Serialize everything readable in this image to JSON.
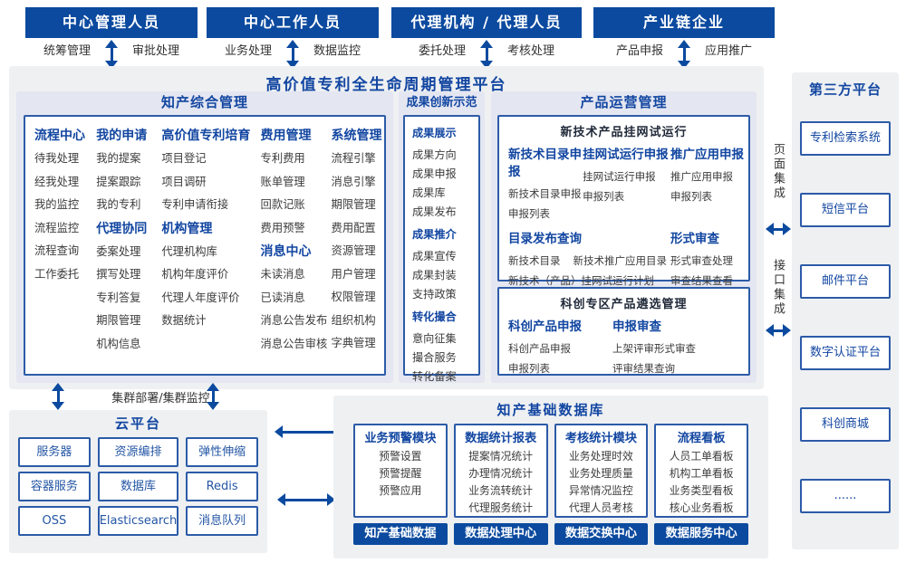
{
  "top_actors": [
    {
      "title": "中心管理人员",
      "left_label": "统筹管理",
      "right_label": "审批处理"
    },
    {
      "title": "中心工作人员",
      "left_label": "业务处理",
      "right_label": "数据监控"
    },
    {
      "title": "代理机构 / 代理人员",
      "left_label": "委托处理",
      "right_label": "考核处理"
    },
    {
      "title": "产业链企业",
      "left_label": "产品申报",
      "right_label": "应用推广"
    }
  ],
  "platform": {
    "title": "高价值专利全生命周期管理平台",
    "comprehensive": {
      "title": "知产综合管理",
      "columns": [
        [
          {
            "h": "流程中心"
          },
          {
            "t": "待我处理"
          },
          {
            "t": "经我处理"
          },
          {
            "t": "我的监控"
          },
          {
            "t": "流程监控"
          },
          {
            "t": "流程查询"
          },
          {
            "t": "工作委托"
          }
        ],
        [
          {
            "h": "我的申请"
          },
          {
            "t": "我的提案"
          },
          {
            "t": "提案跟踪"
          },
          {
            "t": "我的专利"
          },
          {
            "h": "代理协同"
          },
          {
            "t": "委案处理"
          },
          {
            "t": "撰写处理"
          },
          {
            "t": "专利答复"
          },
          {
            "t": "期限管理"
          },
          {
            "t": "机构信息"
          }
        ],
        [
          {
            "h": "高价值专利培育"
          },
          {
            "t": "项目登记"
          },
          {
            "t": "项目调研"
          },
          {
            "t": "专利申请衔接"
          },
          {
            "h": "机构管理"
          },
          {
            "t": "代理机构库"
          },
          {
            "t": "机构年度评价"
          },
          {
            "t": "代理人年度评价"
          },
          {
            "t": "数据统计"
          }
        ],
        [
          {
            "h": "费用管理"
          },
          {
            "t": "专利费用"
          },
          {
            "t": "账单管理"
          },
          {
            "t": "回款记账"
          },
          {
            "t": "费用预警"
          },
          {
            "h": "消息中心"
          },
          {
            "t": "未读消息"
          },
          {
            "t": "已读消息"
          },
          {
            "t": "消息公告发布"
          },
          {
            "t": "消息公告审核"
          }
        ],
        [
          {
            "h": "系统管理"
          },
          {
            "t": "流程引擎"
          },
          {
            "t": "消息引擎"
          },
          {
            "t": "期限管理"
          },
          {
            "t": "费用配置"
          },
          {
            "t": "资源管理"
          },
          {
            "t": "用户管理"
          },
          {
            "t": "权限管理"
          },
          {
            "t": "组织机构"
          },
          {
            "t": "字典管理"
          }
        ]
      ]
    },
    "innovation": {
      "title": "成果创新示范",
      "entries": [
        {
          "h": "成果展示"
        },
        {
          "t": "成果方向"
        },
        {
          "t": "成果申报"
        },
        {
          "t": "成果库"
        },
        {
          "t": "成果发布"
        },
        {
          "h": "成果推介"
        },
        {
          "t": "成果宣传"
        },
        {
          "t": "成果封装"
        },
        {
          "t": "支持政策"
        },
        {
          "h": "转化撮合"
        },
        {
          "t": "意向征集"
        },
        {
          "t": "撮合服务"
        },
        {
          "t": "转化备案"
        }
      ]
    },
    "product_ops": {
      "title": "产品运营管理",
      "box1": {
        "title": "新技术产品挂网试运行",
        "columns": [
          {
            "header": "新技术目录申报",
            "items": [
              "新技术目录申报",
              "申报列表"
            ]
          },
          {
            "header": "挂网试运行申报",
            "items": [
              "挂网试运行申报",
              "申报列表"
            ]
          },
          {
            "header": "推广应用申报",
            "items": [
              "推广应用申报",
              "申报列表"
            ]
          }
        ],
        "catalog": {
          "header": "目录发布查询",
          "items": [
            "新技术目录",
            "新技术推广应用目录",
            "新技术（产品）挂网试运行计划"
          ]
        },
        "review": {
          "header": "形式审查",
          "items": [
            "形式审查处理",
            "审查结果查看"
          ]
        }
      },
      "box2": {
        "title": "科创专区产品遴选管理",
        "columns": [
          {
            "header": "科创产品申报",
            "items": [
              "科创产品申报",
              "申报列表"
            ]
          },
          {
            "header": "申报审查",
            "items": [
              "上架评审形式审查",
              "评审结果查询"
            ]
          }
        ]
      }
    }
  },
  "integration": {
    "page_label": "页面集成",
    "api_label": "接口集成"
  },
  "third_party": {
    "title": "第三方平台",
    "items": [
      "专利检索系统",
      "短信平台",
      "邮件平台",
      "数字认证平台",
      "科创商城",
      "......"
    ]
  },
  "cluster_label": "集群部署/集群监控",
  "cloud": {
    "title": "云平台",
    "items": [
      "服务器",
      "资源编排",
      "弹性伸缩",
      "容器服务",
      "数据库",
      "Redis",
      "OSS",
      "Elasticsearch",
      "消息队列"
    ]
  },
  "database": {
    "title": "知产基础数据库",
    "modules": [
      {
        "header": "业务预警模块",
        "items": [
          "预警设置",
          "预警提醒",
          "预警应用"
        ],
        "bar": "知产基础数据"
      },
      {
        "header": "数据统计报表",
        "items": [
          "提案情况统计",
          "办理情况统计",
          "业务流转统计",
          "代理服务统计"
        ],
        "bar": "数据处理中心"
      },
      {
        "header": "考核统计模块",
        "items": [
          "业务处理时效",
          "业务处理质量",
          "异常情况监控",
          "代理人员考核"
        ],
        "bar": "数据交换中心"
      },
      {
        "header": "流程看板",
        "items": [
          "人员工单看板",
          "机构工单看板",
          "业务类型看板",
          "核心业务看板"
        ],
        "bar": "数据服务中心"
      }
    ]
  },
  "colors": {
    "primary": "#0b4a9f",
    "title_blue": "#1246a1",
    "border_blue": "#2c5ba8",
    "panel_gray": "#eef0f2",
    "panel_blue": "#e4e6f1",
    "item_text": "#3c3c3c"
  }
}
